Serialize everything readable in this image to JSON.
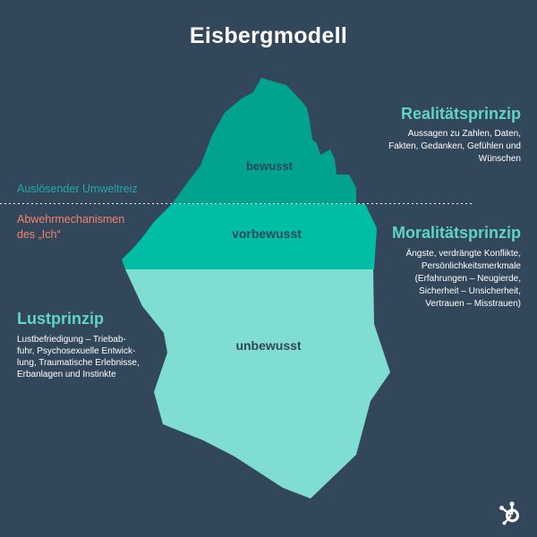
{
  "title": "Eisbergmodell",
  "layers": {
    "bewusst": "bewusst",
    "vorbewusst": "vorbewusst",
    "unbewusst": "unbewusst"
  },
  "realitaet": {
    "heading": "Realitätsprinzip",
    "lines": [
      "Aussagen zu Zahlen, Daten,",
      "Fakten, Gedanken, Gefühlen und",
      "Wünschen"
    ]
  },
  "moral": {
    "heading": "Moralitätsprinzip",
    "lines": [
      "Ängste, verdrängte Konflikte,",
      "Persönlichkeitsmerkmale",
      "(Erfahrungen – Neugierde,",
      "Sicherheit – Unsicherheit,",
      "Vertrauen – Misstrauen)"
    ]
  },
  "ausloesender": "Auslösender Umweltreiz",
  "abwehr": {
    "lines": [
      "Abwehrmechanismen",
      "des „Ich“"
    ]
  },
  "lust": {
    "heading": "Lustprinzip",
    "lines": [
      "Lustbefriedigung – Trieb­ab-",
      "fuhr, Psychosexuelle Entwick-",
      "lung, Traumatische Erlebnisse,",
      "Erbanlagen und Instinkte"
    ]
  },
  "colors": {
    "background": "#33475b",
    "bewusst": "#00a38d",
    "vorbewusst": "#00bda5",
    "unbewusst": "#7fded1",
    "heading_accent": "#5fd3c5",
    "umweltreiz": "#1fa9ac",
    "abwehr": "#f2846b"
  },
  "logo_icon": "hubspot-sprocket-icon"
}
